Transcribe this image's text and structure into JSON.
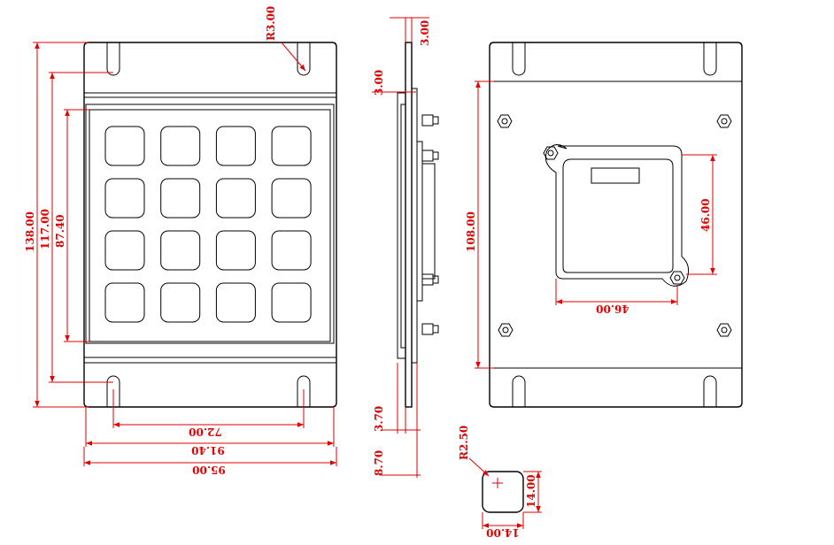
{
  "diagram": {
    "front_view": {
      "keypad_rows": 4,
      "keypad_cols": 4,
      "dimensions": {
        "corner_radius": "R3.00",
        "overall_height": "138.00",
        "slot_spacing": "117.00",
        "keypad_height": "87.40",
        "slot_width_spacing": "72.00",
        "keypad_width": "91.40",
        "overall_width": "95.00"
      }
    },
    "side_view": {
      "dimensions": {
        "top_thickness": "3.00",
        "front_thickness": "3.00",
        "plate_thickness": "3.70",
        "total_depth": "8.70"
      }
    },
    "back_view": {
      "dimensions": {
        "height": "108.00",
        "window_height": "46.00",
        "window_width": "46.00"
      }
    },
    "key_detail": {
      "dimensions": {
        "corner_radius": "R2.50",
        "key_height": "14.00",
        "key_width": "14.00"
      }
    },
    "colors": {
      "line": "#000000",
      "dimension": "#e00000",
      "background": "#ffffff"
    }
  }
}
